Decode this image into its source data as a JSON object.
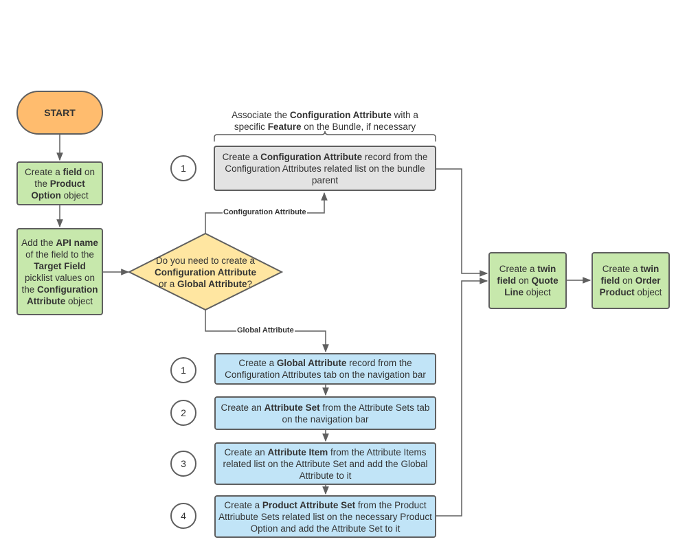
{
  "start": {
    "label": "START"
  },
  "field_step": {
    "p1": "Create a ",
    "b1": "field",
    "p2": " on the ",
    "b2": "Product Option",
    "p3": " object"
  },
  "api_step": {
    "p1": "Add the ",
    "b1": "API name",
    "p2": " of the field to the ",
    "b2": "Target Field",
    "p3": " picklist values on the ",
    "b3": "Configuration Attribute",
    "p4": " object"
  },
  "decision": {
    "p1": "Do you need to create a ",
    "b1": "Configuration Attribute",
    "p2": " or a ",
    "b2": "Global Attribute",
    "p3": "?"
  },
  "edges": {
    "config_label": "Configuration Attribute",
    "global_label": "Global Attribute"
  },
  "brace_note": {
    "p1": "Associate the ",
    "b1": "Configuration Attribute",
    "p2": " with a specific ",
    "b2": "Feature",
    "p3": " on the Bundle, if necessary"
  },
  "config_step": {
    "number": "1",
    "p1": "Create a ",
    "b1": "Configuration Attribute",
    "p2": " record from the Configuration Attributes related list on the bundle parent"
  },
  "global_steps": [
    {
      "number": "1",
      "p1": "Create a ",
      "b1": "Global Attribute",
      "p2": " record from the Configuration Attributes tab on the navigation bar"
    },
    {
      "number": "2",
      "p1": "Create an ",
      "b1": "Attribute Set",
      "p2": " from the Attribute Sets tab on the navigation bar"
    },
    {
      "number": "3",
      "p1": "Create an ",
      "b1": "Attribute Item",
      "p2": " from the Attribute Items related list on the Attribute Set and add the Global Attribute to it"
    },
    {
      "number": "4",
      "p1": "Create a ",
      "b1": "Product Attribute Set",
      "p2": " from the Product Attriubute Sets related list on the necessary Product Option and add the Attribute Set to it"
    }
  ],
  "quote_line": {
    "p1": "Create a ",
    "b1": "twin field",
    "p2": " on ",
    "b2": "Quote Line",
    "p3": " object"
  },
  "order_product": {
    "p1": "Create a ",
    "b1": "twin field",
    "p2": " on ",
    "b2": "Order Product",
    "p3": " object"
  },
  "colors": {
    "green": "#c7e8ac",
    "blue": "#c1e4f7",
    "gray": "#e3e3e3",
    "start": "#ffbc6e",
    "decision": "#ffe6a1",
    "line": "#5f5f5f"
  }
}
